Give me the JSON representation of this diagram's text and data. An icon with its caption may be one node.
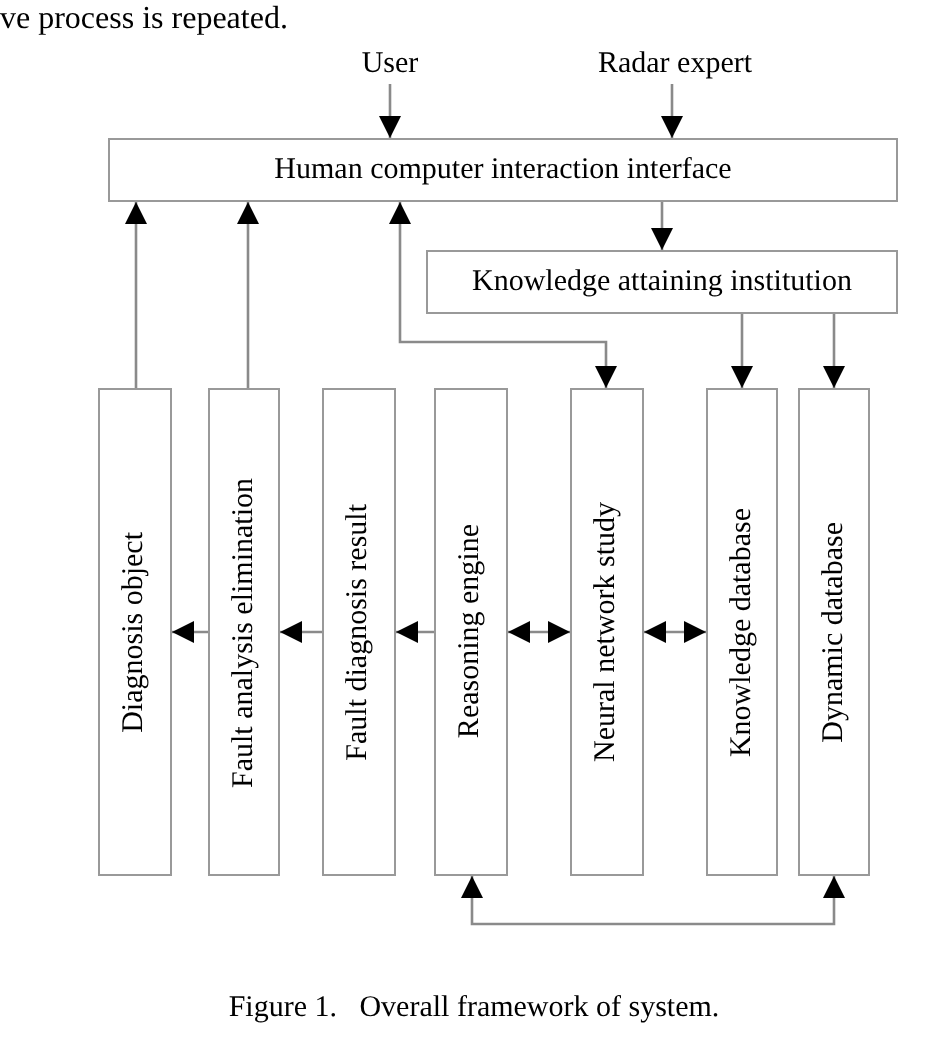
{
  "diagram": {
    "caption": "Figure 1.   Overall framework of system.",
    "nodes": [
      {
        "text": [
          "User"
        ]
      },
      {
        "text": [
          "Radar expert"
        ]
      },
      {
        "text": [
          "Human computer interaction interface"
        ]
      },
      {
        "text": [
          "Knowledge attaining institution"
        ]
      },
      {
        "text": [
          "Diagnosis object"
        ]
      },
      {
        "text": [
          "Fault analysis elimination"
        ]
      },
      {
        "text": [
          "Fault diagnosis result"
        ]
      },
      {
        "text": [
          "Reasoning engine"
        ]
      },
      {
        "text": [
          "Neural network study"
        ]
      },
      {
        "text": [
          "Knowledge database"
        ]
      },
      {
        "text": [
          "Dynamic database"
        ]
      }
    ],
    "edges": [
      {
        "from": 0,
        "to": 2,
        "arrow": "to"
      },
      {
        "from": 1,
        "to": 2,
        "arrow": "to"
      },
      {
        "from": 2,
        "to": 3,
        "arrow": "to"
      },
      {
        "from": 4,
        "to": 2,
        "arrow": "to"
      },
      {
        "from": 5,
        "to": 2,
        "arrow": "to"
      },
      {
        "from": 8,
        "to": 2,
        "arrow": "both"
      },
      {
        "from": 3,
        "to": 9,
        "arrow": "to"
      },
      {
        "from": 3,
        "to": 10,
        "arrow": "to"
      },
      {
        "from": 5,
        "to": 4,
        "arrow": "to"
      },
      {
        "from": 6,
        "to": 5,
        "arrow": "to"
      },
      {
        "from": 7,
        "to": 6,
        "arrow": "to"
      },
      {
        "from": 7,
        "to": 8,
        "arrow": "both"
      },
      {
        "from": 8,
        "to": 9,
        "arrow": "both"
      },
      {
        "from": 7,
        "to": 10,
        "arrow": "both"
      }
    ],
    "labels": [
      "ve process is repeated."
    ]
  }
}
